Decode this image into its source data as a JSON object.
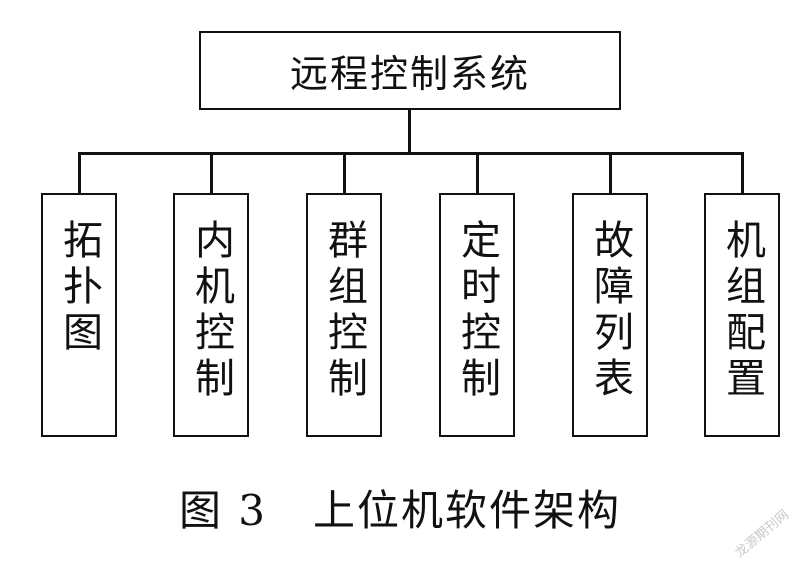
{
  "root": {
    "label": "远程控制系统"
  },
  "children": [
    {
      "label": "拓扑图"
    },
    {
      "label": "内机控制"
    },
    {
      "label": "群组控制"
    },
    {
      "label": "定时控制"
    },
    {
      "label": "故障列表"
    },
    {
      "label": "机组配置"
    }
  ],
  "caption": "图 3   上位机软件架构",
  "watermark": "龙源期刊网",
  "colors": {
    "line": "#111111",
    "background": "#ffffff"
  }
}
